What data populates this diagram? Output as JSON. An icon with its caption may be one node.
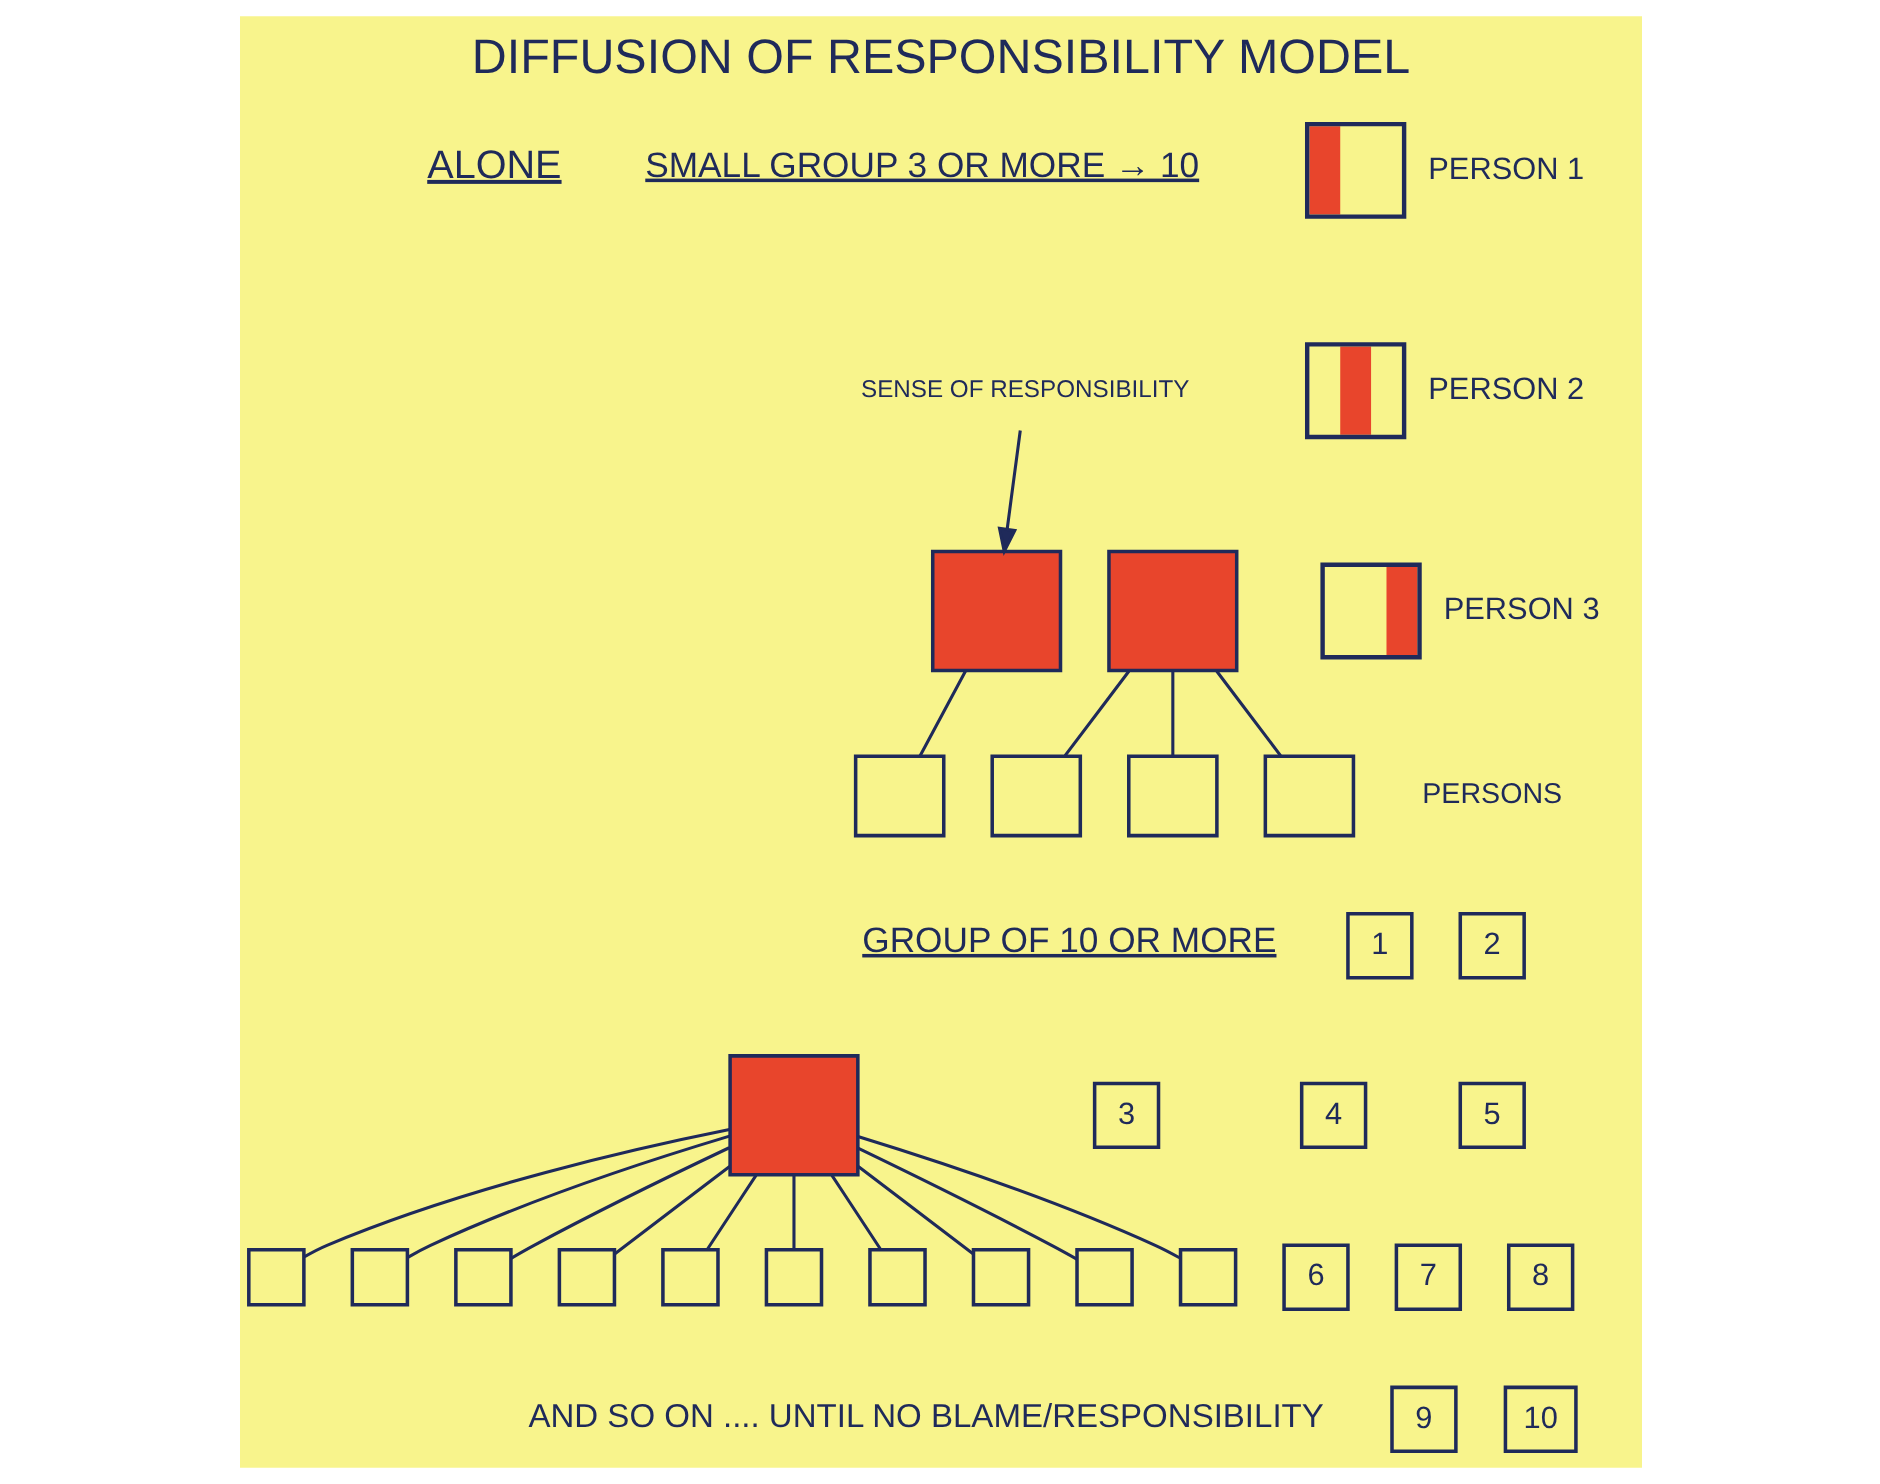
{
  "diagram": {
    "title": "DIFFUSION OF RESPONSIBILITY MODEL",
    "nodes": [
      {
        "text": [
          "SENSE OF RESPONSIBILITY"
        ]
      },
      {
        "text": [],
        "shape": "box"
      },
      {
        "text": [],
        "shape": "box"
      },
      {
        "text": [],
        "shape": "box"
      },
      {
        "text": [],
        "shape": "box"
      },
      {
        "text": [],
        "shape": "box"
      },
      {
        "text": [],
        "shape": "box"
      },
      {
        "text": [],
        "shape": "box"
      },
      {
        "text": [],
        "shape": "box"
      },
      {
        "text": [],
        "shape": "box"
      },
      {
        "text": [],
        "shape": "box"
      },
      {
        "text": [],
        "shape": "box"
      },
      {
        "text": [],
        "shape": "box"
      },
      {
        "text": [],
        "shape": "box"
      },
      {
        "text": [],
        "shape": "box"
      },
      {
        "text": [],
        "shape": "box"
      },
      {
        "text": [],
        "shape": "box"
      },
      {
        "text": [],
        "shape": "box"
      },
      {
        "text": [],
        "shape": "box",
        "beside": [
          "PERSON 1"
        ]
      },
      {
        "text": [],
        "shape": "box",
        "beside": [
          "PERSON 2"
        ]
      },
      {
        "text": [],
        "shape": "box",
        "beside": [
          "PERSON 3"
        ]
      },
      {
        "text": [
          "1"
        ]
      },
      {
        "text": [
          "2"
        ]
      },
      {
        "text": [
          "3"
        ]
      },
      {
        "text": [
          "4"
        ]
      },
      {
        "text": [
          "5"
        ]
      },
      {
        "text": [
          "6"
        ]
      },
      {
        "text": [
          "7"
        ]
      },
      {
        "text": [
          "8"
        ]
      },
      {
        "text": [
          "9"
        ]
      },
      {
        "text": [
          "10"
        ]
      }
    ],
    "edges": [
      {
        "from": 0,
        "to": 1,
        "arrow": "to"
      },
      {
        "from": 1,
        "to": 2,
        "arrow": "none"
      },
      {
        "from": 3,
        "to": 4,
        "arrow": "none"
      },
      {
        "from": 3,
        "to": 5,
        "arrow": "none"
      },
      {
        "from": 3,
        "to": 6,
        "arrow": "none"
      },
      {
        "from": 7,
        "to": 8,
        "arrow": "none"
      },
      {
        "from": 7,
        "to": 9,
        "arrow": "none"
      },
      {
        "from": 7,
        "to": 10,
        "arrow": "none"
      },
      {
        "from": 7,
        "to": 11,
        "arrow": "none"
      },
      {
        "from": 7,
        "to": 12,
        "arrow": "none"
      },
      {
        "from": 7,
        "to": 13,
        "arrow": "none"
      },
      {
        "from": 7,
        "to": 14,
        "arrow": "none"
      },
      {
        "from": 7,
        "to": 15,
        "arrow": "none"
      },
      {
        "from": 7,
        "to": 16,
        "arrow": "none"
      },
      {
        "from": 7,
        "to": 17,
        "arrow": "none"
      }
    ],
    "labels": [
      "ALONE",
      "SMALL GROUP 3 OR MORE → 10",
      "GROUP OF 10 OR MORE",
      "PERSONS",
      "AND SO ON .... UNTIL NO BLAME/RESPONSIBILITY"
    ]
  }
}
